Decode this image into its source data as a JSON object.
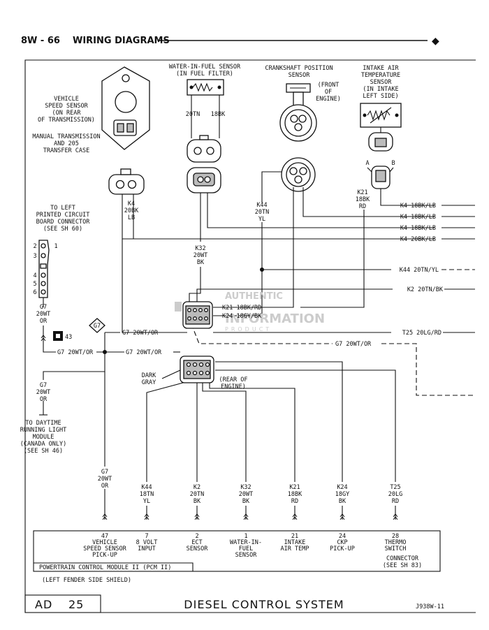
{
  "header": {
    "page": "8W - 66",
    "section": "WIRING DIAGRAMS",
    "marker": "◆"
  },
  "components": {
    "vss": [
      "VEHICLE",
      "SPEED SENSOR",
      "(ON REAR",
      "OF TRANSMISSION)"
    ],
    "manual": [
      "MANUAL TRANSMISSION",
      "AND 205",
      "TRANSFER CASE"
    ],
    "wif": [
      "WATER-IN-FUEL SENSOR",
      "(IN FUEL FILTER)"
    ],
    "wif_pins": [
      "20TN",
      "18BK"
    ],
    "ckp": [
      "CRANKSHAFT POSITION",
      "SENSOR"
    ],
    "ckp_note": [
      "(FRONT",
      "OF",
      "ENGINE)"
    ],
    "iat": [
      "INTAKE AIR",
      "TEMPERATURE",
      "SENSOR",
      "(IN INTAKE",
      "LEFT SIDE)"
    ],
    "iat_pins": [
      "A",
      "B"
    ],
    "left_pcb": [
      "TO LEFT",
      "PRINTED CIRCUIT",
      "BOARD CONNECTOR",
      "(SEE SH 60)"
    ],
    "pcb_pins": [
      "2",
      "1",
      "3",
      "4",
      "5",
      "6"
    ],
    "ground_id": "G7",
    "ground_num": "43",
    "drl": [
      "TO DAYTIME",
      "RUNNING LIGHT",
      "MODULE",
      "(CANADA ONLY)",
      "(SEE SH 46)"
    ],
    "dark_gray": [
      "DARK",
      "GRAY"
    ],
    "rear_engine": [
      "(REAR OF",
      "ENGINE)"
    ]
  },
  "wires": {
    "k4_vss": [
      "K4",
      "20BK",
      "LB"
    ],
    "k44": [
      "K44",
      "20TN",
      "YL"
    ],
    "k21_iat": [
      "K21",
      "18BK",
      "RD"
    ],
    "k32": [
      "K32",
      "20WT",
      "BK"
    ],
    "g7_pcb": [
      "G7",
      "20WT",
      "OR"
    ],
    "g7_drl": [
      "G7",
      "20WT",
      "OR"
    ],
    "g7_pcm": [
      "G7",
      "20WT",
      "OR"
    ],
    "k21_row": "K21 18BK/RD",
    "k24_row": "K24 18GY/BK",
    "g7_h1": "G7 20WT/OR",
    "g7_h2": "G7 20WT/OR",
    "g7_h3": "G7 20WT/OR",
    "g7_h4": "G7 20WT/OR"
  },
  "right_wires": [
    "K4 18BK/LB",
    "K4 18BK/LB",
    "K4 18BK/LB",
    "K4 20BK/LB",
    "K44 20TN/YL",
    "K2 20TN/BK",
    "T25 20LG/RD"
  ],
  "pcm": {
    "wires": [
      [
        "K44",
        "18TN",
        "YL"
      ],
      [
        "K2",
        "20TN",
        "BK"
      ],
      [
        "K32",
        "20WT",
        "BK"
      ],
      [
        "K21",
        "18BK",
        "RD"
      ],
      [
        "K24",
        "18GY",
        "BK"
      ],
      [
        "T25",
        "20LG",
        "RD"
      ]
    ],
    "pins": [
      [
        "47",
        "VEHICLE",
        "SPEED SENSOR",
        "PICK-UP"
      ],
      [
        "7",
        "8 VOLT",
        "INPUT"
      ],
      [
        "2",
        "ECT",
        "SENSOR"
      ],
      [
        "1",
        "WATER-IN-",
        "FUEL",
        "SENSOR"
      ],
      [
        "21",
        "INTAKE",
        "AIR TEMP"
      ],
      [
        "24",
        "CKP",
        "PICK-UP"
      ],
      [
        "28",
        "THERMO",
        "SWITCH"
      ]
    ],
    "connector": [
      "CONNECTOR",
      "(SEE SH 83)"
    ],
    "name": "POWERTRAIN CONTROL MODULE II (PCM II)",
    "location": "(LEFT FENDER SIDE SHIELD)"
  },
  "watermark": [
    "AUTHENTIC",
    "INFORMATION",
    "PRODUCT"
  ],
  "footer": {
    "code": "AD",
    "number": "25",
    "title": "DIESEL CONTROL SYSTEM",
    "ref": "J938W-11"
  }
}
